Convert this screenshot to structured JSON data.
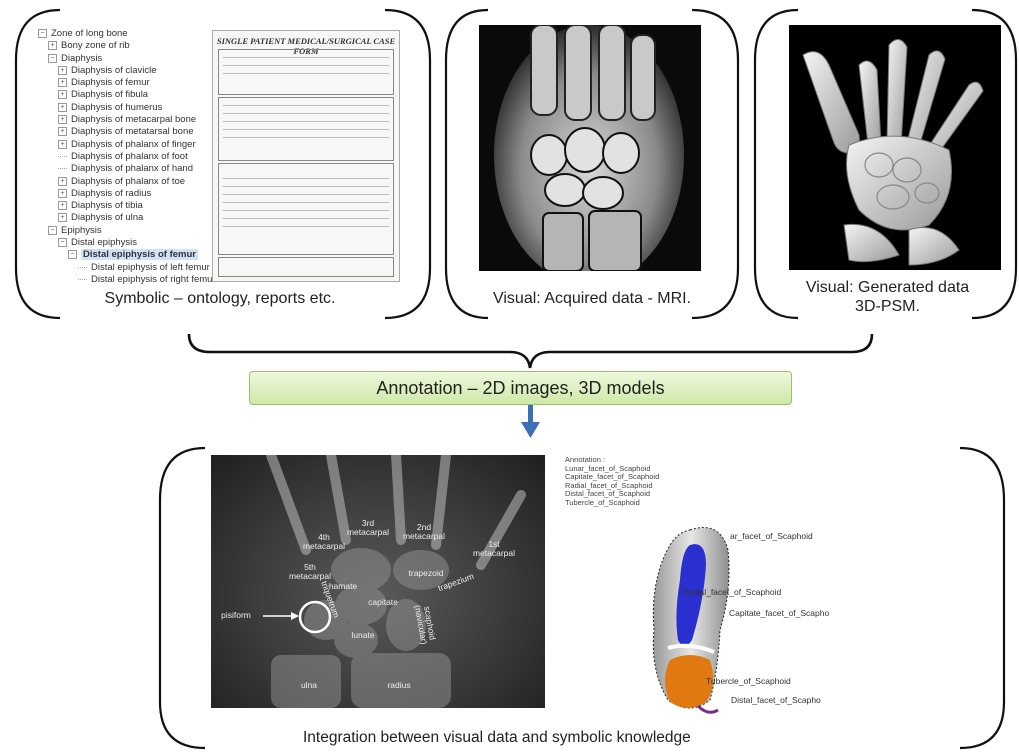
{
  "tree": {
    "items": [
      {
        "label": "Zone of long bone",
        "lvl": 0,
        "sign": "minus"
      },
      {
        "label": "Bony zone of rib",
        "lvl": 1,
        "sign": "plus"
      },
      {
        "label": "Diaphysis",
        "lvl": 1,
        "sign": "minus"
      },
      {
        "label": "Diaphysis of clavicle",
        "lvl": 2,
        "sign": "plus"
      },
      {
        "label": "Diaphysis of femur",
        "lvl": 2,
        "sign": "plus"
      },
      {
        "label": "Diaphysis of fibula",
        "lvl": 2,
        "sign": "plus"
      },
      {
        "label": "Diaphysis of humerus",
        "lvl": 2,
        "sign": "plus"
      },
      {
        "label": "Diaphysis of metacarpal bone",
        "lvl": 2,
        "sign": "plus"
      },
      {
        "label": "Diaphysis of metatarsal bone",
        "lvl": 2,
        "sign": "plus"
      },
      {
        "label": "Diaphysis of phalanx of finger",
        "lvl": 2,
        "sign": "plus"
      },
      {
        "label": "Diaphysis of phalanx of foot",
        "lvl": 2,
        "sign": "leaf"
      },
      {
        "label": "Diaphysis of phalanx of hand",
        "lvl": 2,
        "sign": "leaf"
      },
      {
        "label": "Diaphysis of phalanx of toe",
        "lvl": 2,
        "sign": "plus"
      },
      {
        "label": "Diaphysis of radius",
        "lvl": 2,
        "sign": "plus"
      },
      {
        "label": "Diaphysis of tibia",
        "lvl": 2,
        "sign": "plus"
      },
      {
        "label": "Diaphysis of ulna",
        "lvl": 2,
        "sign": "plus"
      },
      {
        "label": "Epiphysis",
        "lvl": 1,
        "sign": "minus"
      },
      {
        "label": "Distal epiphysis",
        "lvl": 2,
        "sign": "minus"
      },
      {
        "label": "Distal epiphysis of femur",
        "lvl": 3,
        "sign": "minus",
        "selected": true
      },
      {
        "label": "Distal epiphysis of left femur",
        "lvl": 4,
        "sign": "leaf"
      },
      {
        "label": "Distal epiphysis of right femur",
        "lvl": 4,
        "sign": "leaf"
      }
    ]
  },
  "form": {
    "title": "SINGLE PATIENT MEDICAL/SURGICAL CASE FORM"
  },
  "panels": {
    "symbolic_caption": "Symbolic – ontology, reports etc.",
    "mri_caption": "Visual: Acquired data - MRI.",
    "psm_caption_line1": "Visual: Generated data",
    "psm_caption_line2": "3D-PSM."
  },
  "annotation_bar": "Annotation – 2D images, 3D models",
  "xray_labels": {
    "m4": "4th\nmetacarpal",
    "m3": "3rd\nmetacarpal",
    "m2": "2nd\nmetacarpal",
    "m1": "1st\nmetacarpal",
    "m5": "5th\nmetacarpal",
    "trapezoid": "trapezoid",
    "hamate": "hamate",
    "trapezium": "trapezium",
    "capitate": "capitate",
    "triquetrum": "triquetrum",
    "pisiform": "pisiform",
    "scaphoid": "scaphoid\n(navicular)",
    "lunate": "lunate",
    "ulna": "ulna",
    "radius": "radius"
  },
  "annotation_list": {
    "header": "Annotation :",
    "items": [
      "Lunar_facet_of_Scaphoid",
      "Capitate_facet_of_Scaphoid",
      "Radial_facet_of_Scaphoid",
      "Distal_facet_of_Scaphoid",
      "Tubercle_of_Scaphoid"
    ]
  },
  "model_labels": {
    "lunar": "ar_facet_of_Scaphoid",
    "radial": "Radial_facet_of_Scaphoid",
    "capitate": "Capitate_facet_of_Scapho",
    "tubercle": "Tubercle_of_Scaphoid",
    "distal": "Distal_facet_of_Scapho"
  },
  "bottom_caption": "Integration between visual data and symbolic knowledge",
  "colors": {
    "facet_blue": "#2a2fd0",
    "facet_orange": "#e07a10",
    "bar_green": "#cfe8a8",
    "arrow_blue": "#3b6fb6"
  }
}
